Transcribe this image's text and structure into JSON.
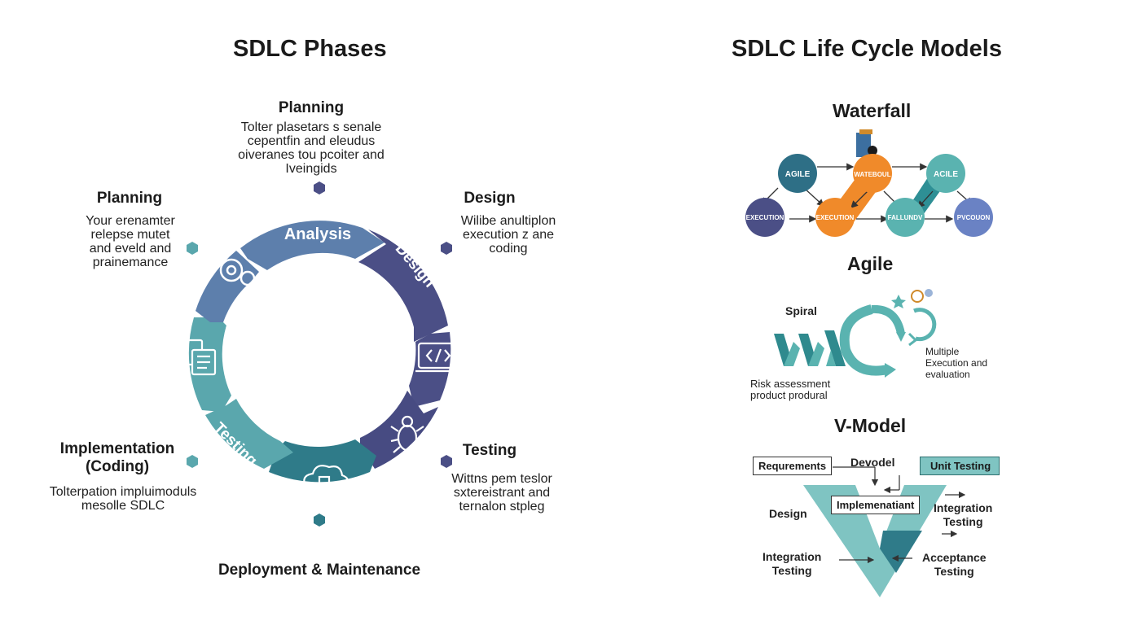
{
  "left": {
    "title": "SDLC Phases",
    "top_label": "Planning",
    "top_desc": "Tolter plasetars s senale\ncepentfin and eleudus\noiveranes tou pcoiter and\nIveingids",
    "left_label": "Planning",
    "left_desc": "Your erenamter\nrelepse mutet\nand eveld and\nprainemance",
    "design_label": "Design",
    "design_desc": "Wilibe anultiplon\nexecution z ane\ncoding",
    "impl_label": "Implementation\n(Coding)",
    "impl_desc": "Tolterpation impluimoduls\nmesolle SDLC",
    "testing_label": "Testing",
    "testing_desc": "Wittns pem teslor\nsxtereistrant and\nternalon stpleg",
    "bottom_label": "Deployment & Maintenance",
    "ring": {
      "analysis": "Analysis",
      "design": "Design",
      "testing": "Testing"
    },
    "colors": {
      "dark_navy": "#4b4f86",
      "steel_blue": "#5d7fac",
      "teal": "#5aa7ad",
      "dark_teal": "#2f7b89"
    },
    "icons": [
      "gear-icon",
      "document-icon",
      "code-icon",
      "bug-icon",
      "cloud-icon"
    ]
  },
  "right": {
    "title": "SDLC Life Cycle Models",
    "waterfall": {
      "title": "Waterfall",
      "nodes": [
        "AGILE",
        "WATEBOUL",
        "ACILE",
        "EXECUTION",
        "EXECUTION",
        "FALLUNDV",
        "PVCOUON"
      ]
    },
    "agile": {
      "title": "Agile",
      "spiral": "Spiral",
      "multiple": "Multiple\nExecution and\nevaluation",
      "risk": "Risk assessment\nproduct produral"
    },
    "vmodel": {
      "title": "V-Model",
      "requirements": "Requrements",
      "devodel": "Devodel",
      "unit_testing": "Unit Testing",
      "implementation": "Implemenatiant",
      "design": "Design",
      "integration_right": "Integration\nTesting",
      "integration_left": "Integration\nTesting",
      "acceptance": "Acceptance\nTesting"
    }
  }
}
